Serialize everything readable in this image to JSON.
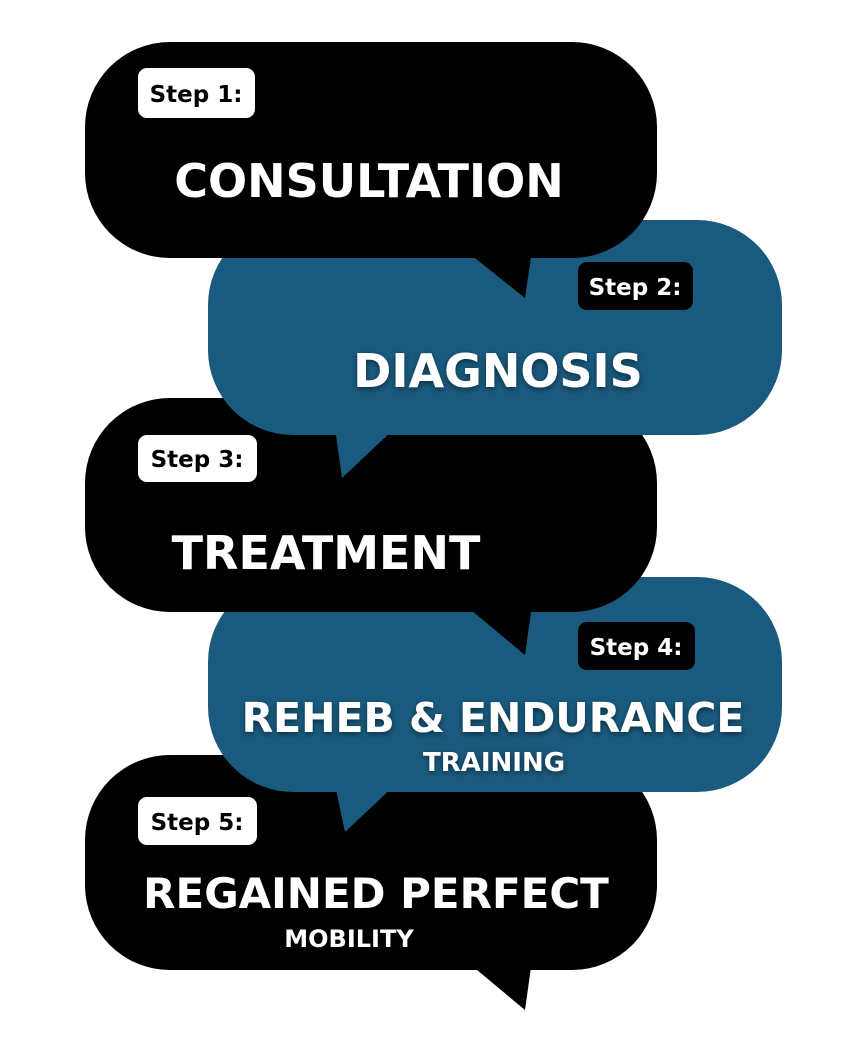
{
  "colors": {
    "dark": "#000000",
    "blue": "#195a7e",
    "text": "#ffffff",
    "badge_light": "#ffffff"
  },
  "steps": [
    {
      "label": "Step 1:",
      "title": "CONSULTATION"
    },
    {
      "label": "Step 2:",
      "title": "DIAGNOSIS"
    },
    {
      "label": "Step 3:",
      "title": "TREATMENT"
    },
    {
      "label": "Step 4:",
      "title": "REHEB & ENDURANCE",
      "subtitle": "TRAINING"
    },
    {
      "label": "Step 5:",
      "title": "REGAINED PERFECT",
      "subtitle": "MOBILITY"
    }
  ]
}
